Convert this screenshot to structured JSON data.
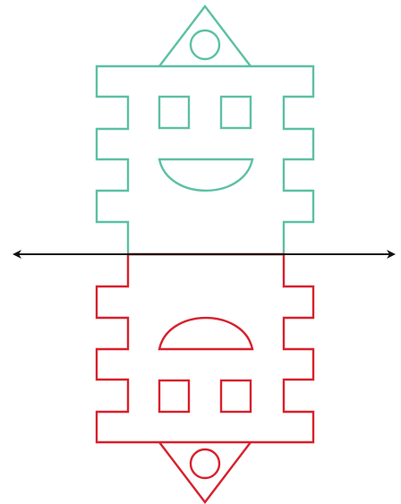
{
  "diagram": {
    "kind": "reflection across a horizontal line of symmetry",
    "colors": {
      "original": "#5cc0a4",
      "reflection": "#d8202c",
      "mirror_line": "#111111"
    },
    "shapes": [
      {
        "name": "original-figure",
        "color_key": "original"
      },
      {
        "name": "reflected-figure",
        "color_key": "reflection"
      }
    ],
    "mirror_line": {
      "arrows": "both-ends"
    }
  }
}
